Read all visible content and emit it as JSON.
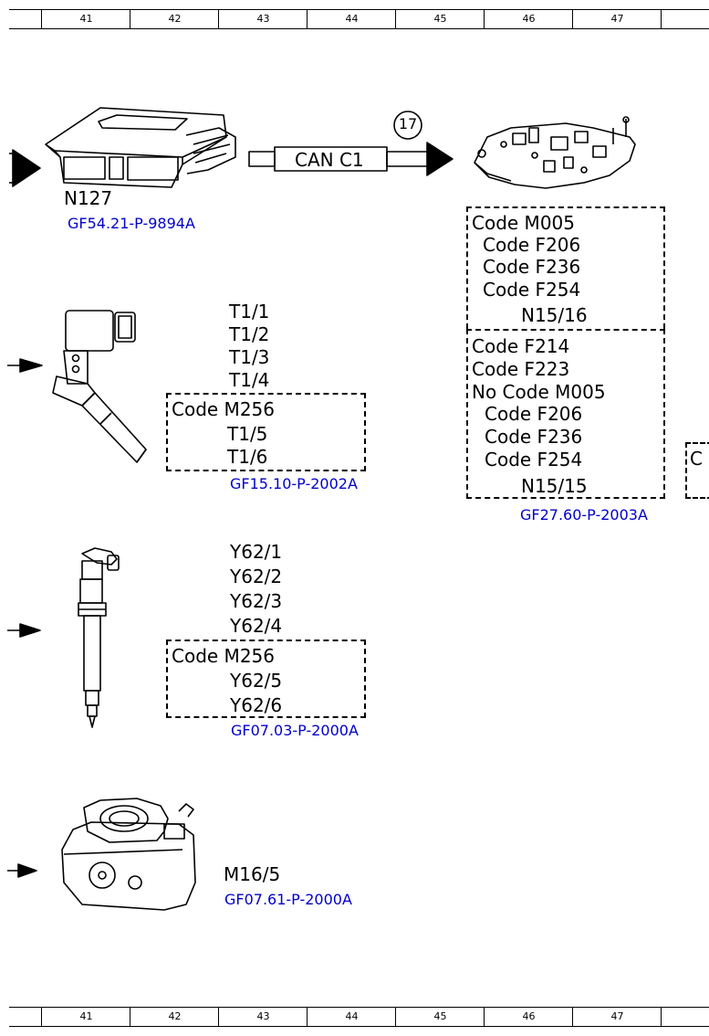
{
  "ruler": {
    "cells": [
      "41",
      "42",
      "43",
      "44",
      "45",
      "46",
      "47"
    ]
  },
  "colors": {
    "link": "#0000cc",
    "line": "#000000"
  },
  "control_unit": {
    "label": "N127",
    "ref": "GF54.21-P-9894A"
  },
  "can_bus": {
    "label": "CAN C1",
    "marker": "17"
  },
  "transmission_unit": {
    "group1": [
      "Code M005",
      "Code F206",
      "Code F236",
      "Code F254"
    ],
    "group1_component": "N15/16",
    "group2": [
      "Code F214",
      "Code F223",
      "No Code M005",
      "Code F206",
      "Code F236",
      "Code F254"
    ],
    "group2_component": "N15/15",
    "ref": "GF27.60-P-2003A",
    "edge_fragment": "C"
  },
  "ignition_coils": {
    "items": [
      "T1/1",
      "T1/2",
      "T1/3",
      "T1/4"
    ],
    "option_code": "Code M256",
    "option_items": [
      "T1/5",
      "T1/6"
    ],
    "ref": "GF15.10-P-2002A"
  },
  "injectors": {
    "items": [
      "Y62/1",
      "Y62/2",
      "Y62/3",
      "Y62/4"
    ],
    "option_code": "Code M256",
    "option_items": [
      "Y62/5",
      "Y62/6"
    ],
    "ref": "GF07.03-P-2000A"
  },
  "throttle": {
    "label": "M16/5",
    "ref": "GF07.61-P-2000A"
  }
}
